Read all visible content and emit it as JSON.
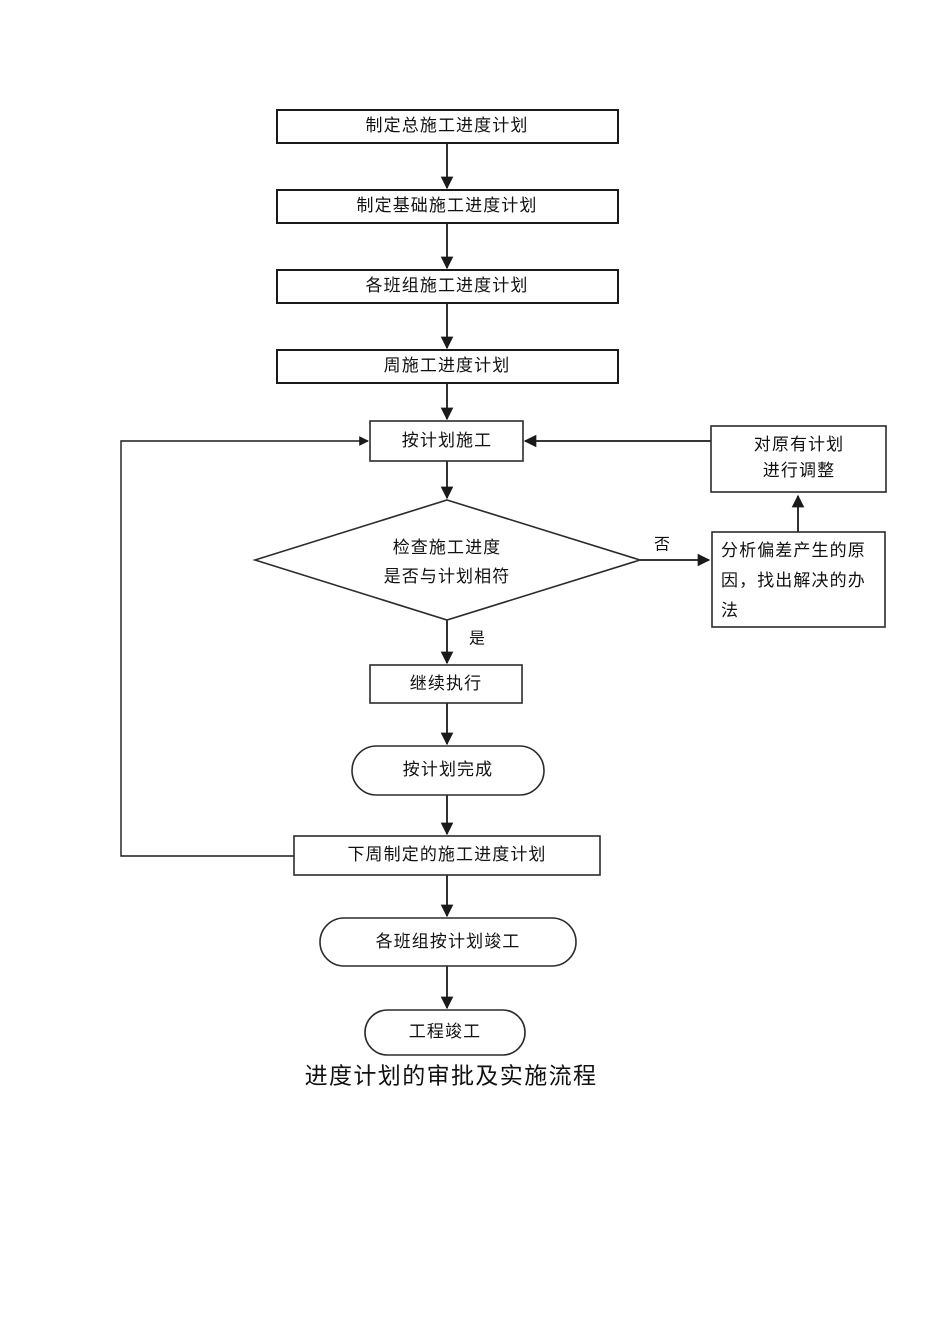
{
  "diagram": {
    "caption": "进度计划的审批及实施流程",
    "theme": {
      "background": "#ffffff",
      "stroke": "#1a1a1a",
      "text": "#111111",
      "fill": "#ffffff"
    },
    "nodes": [
      {
        "id": "n1",
        "shape": "rect",
        "label": "制定总施工进度计划"
      },
      {
        "id": "n2",
        "shape": "rect",
        "label": "制定基础施工进度计划"
      },
      {
        "id": "n3",
        "shape": "rect",
        "label": "各班组施工进度计划"
      },
      {
        "id": "n4",
        "shape": "rect",
        "label": "周施工进度计划"
      },
      {
        "id": "n5",
        "shape": "rect",
        "label": "按计划施工"
      },
      {
        "id": "n6",
        "shape": "diamond",
        "label_line1": "检查施工进度",
        "label_line2": "是否与计划相符"
      },
      {
        "id": "n7",
        "shape": "rect",
        "label": "继续执行"
      },
      {
        "id": "n8",
        "shape": "stadium",
        "label": "按计划完成"
      },
      {
        "id": "n9",
        "shape": "rect",
        "label": "下周制定的施工进度计划"
      },
      {
        "id": "n10",
        "shape": "stadium",
        "label": "各班组按计划竣工"
      },
      {
        "id": "n11",
        "shape": "stadium",
        "label": "工程竣工"
      },
      {
        "id": "n12",
        "shape": "rect",
        "label_line1": "对原有计划",
        "label_line2": "进行调整"
      },
      {
        "id": "n13",
        "shape": "rect",
        "label_line1": "分析偏差产生的原",
        "label_line2": "因，找出解决的办",
        "label_line3": "法"
      }
    ],
    "edge_labels": {
      "no": "否",
      "yes": "是"
    }
  },
  "chart_data": {
    "type": "flowchart",
    "title": "进度计划的审批及实施流程",
    "nodes": [
      {
        "id": "n1",
        "text": "制定总施工进度计划",
        "shape": "rectangle"
      },
      {
        "id": "n2",
        "text": "制定基础施工进度计划",
        "shape": "rectangle"
      },
      {
        "id": "n3",
        "text": "各班组施工进度计划",
        "shape": "rectangle"
      },
      {
        "id": "n4",
        "text": "周施工进度计划",
        "shape": "rectangle"
      },
      {
        "id": "n5",
        "text": "按计划施工",
        "shape": "rectangle"
      },
      {
        "id": "n6",
        "text": "检查施工进度是否与计划相符",
        "shape": "diamond"
      },
      {
        "id": "n7",
        "text": "继续执行",
        "shape": "rectangle"
      },
      {
        "id": "n8",
        "text": "按计划完成",
        "shape": "stadium"
      },
      {
        "id": "n9",
        "text": "下周制定的施工进度计划",
        "shape": "rectangle"
      },
      {
        "id": "n10",
        "text": "各班组按计划竣工",
        "shape": "stadium"
      },
      {
        "id": "n11",
        "text": "工程竣工",
        "shape": "stadium"
      },
      {
        "id": "n12",
        "text": "对原有计划进行调整",
        "shape": "rectangle"
      },
      {
        "id": "n13",
        "text": "分析偏差产生的原因，找出解决的办法",
        "shape": "rectangle"
      }
    ],
    "edges": [
      {
        "from": "n1",
        "to": "n2",
        "label": ""
      },
      {
        "from": "n2",
        "to": "n3",
        "label": ""
      },
      {
        "from": "n3",
        "to": "n4",
        "label": ""
      },
      {
        "from": "n4",
        "to": "n5",
        "label": ""
      },
      {
        "from": "n5",
        "to": "n6",
        "label": ""
      },
      {
        "from": "n6",
        "to": "n13",
        "label": "否"
      },
      {
        "from": "n6",
        "to": "n7",
        "label": "是"
      },
      {
        "from": "n13",
        "to": "n12",
        "label": ""
      },
      {
        "from": "n12",
        "to": "n5",
        "label": ""
      },
      {
        "from": "n7",
        "to": "n8",
        "label": ""
      },
      {
        "from": "n8",
        "to": "n9",
        "label": ""
      },
      {
        "from": "n9",
        "to": "n5",
        "label": ""
      },
      {
        "from": "n9",
        "to": "n10",
        "label": ""
      },
      {
        "from": "n10",
        "to": "n11",
        "label": ""
      }
    ]
  }
}
